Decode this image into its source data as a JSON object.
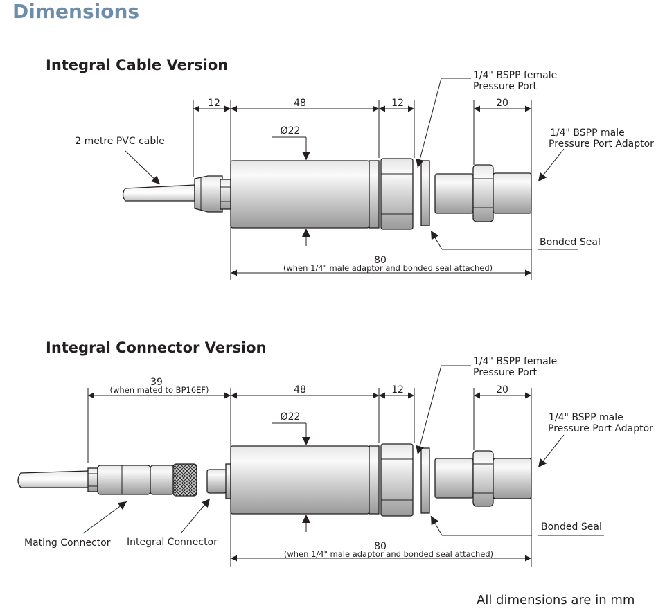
{
  "page": {
    "title": "Dimensions",
    "footnote": "All dimensions are in mm"
  },
  "cable_version": {
    "title": "Integral Cable Version",
    "dim_cable_gland": "12",
    "dim_body": "48",
    "dim_hex": "12",
    "dim_adaptor": "20",
    "dim_diameter": "Ø22",
    "dim_overall": "80",
    "dim_overall_note": "(when 1/4\" male adaptor and bonded seal attached)",
    "label_cable": "2 metre PVC cable",
    "label_female_port_1": "1/4\" BSPP female",
    "label_female_port_2": "Pressure Port",
    "label_male_adaptor_1": "1/4\" BSPP male",
    "label_male_adaptor_2": "Pressure Port Adaptor",
    "label_seal": "Bonded Seal"
  },
  "connector_version": {
    "title": "Integral Connector Version",
    "dim_connector": "39",
    "dim_connector_note": "(when mated to BP16EF)",
    "dim_body": "48",
    "dim_hex": "12",
    "dim_adaptor": "20",
    "dim_diameter": "Ø22",
    "dim_overall": "80",
    "dim_overall_note": "(when 1/4\" male adaptor and bonded seal attached)",
    "label_female_port_1": "1/4\" BSPP female",
    "label_female_port_2": "Pressure Port",
    "label_male_adaptor_1": "1/4\" BSPP male",
    "label_male_adaptor_2": "Pressure Port Adaptor",
    "label_seal": "Bonded Seal",
    "label_mating": "Mating Connector",
    "label_integral": "Integral Connector"
  }
}
